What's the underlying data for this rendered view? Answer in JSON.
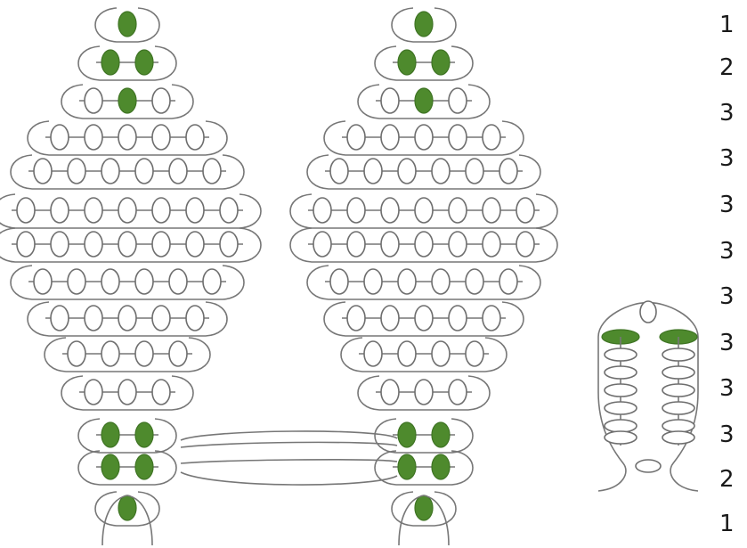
{
  "colors": {
    "green_bead": "#4e8a2d",
    "white_bead": "#ffffff",
    "thread": "#777777"
  },
  "row_labels": [
    "1",
    "2",
    "3",
    "3",
    "3",
    "3",
    "3",
    "3",
    "3",
    "3",
    "2",
    "1"
  ]
}
